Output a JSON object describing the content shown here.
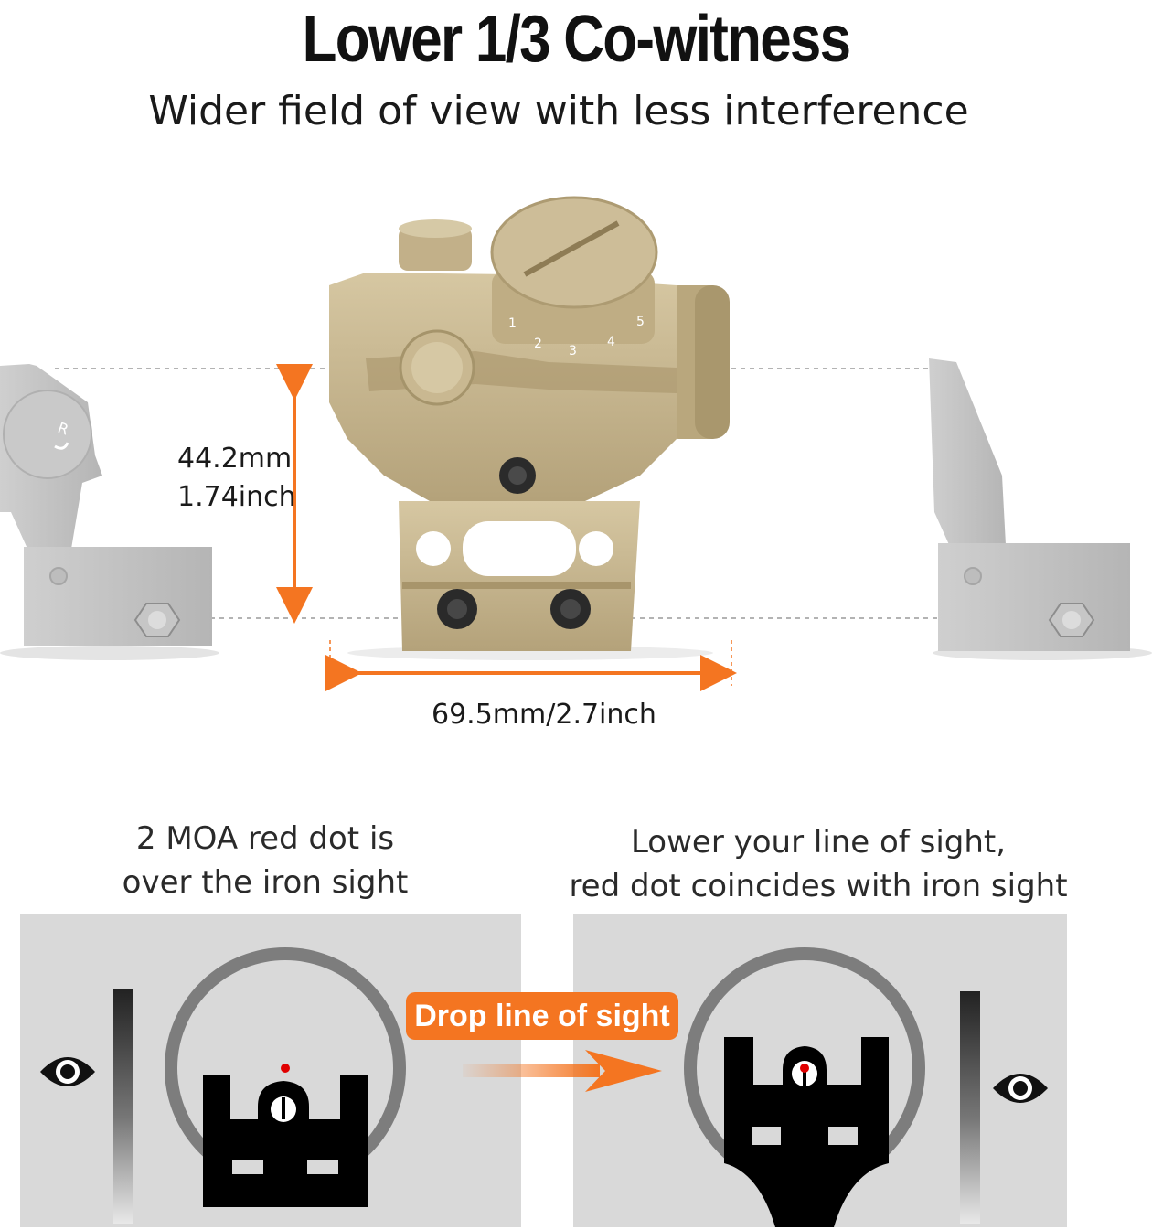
{
  "title": "Lower 1/3 Co-witness",
  "subtitle": "Wider field of view with less interference",
  "dimensions": {
    "height_mm": "44.2mm",
    "height_inch": "1.74inch",
    "width": "69.5mm/2.7inch"
  },
  "left_panel": {
    "caption_line1": "2 MOA red dot is",
    "caption_line2": "over the iron sight"
  },
  "right_panel": {
    "caption_line1": "Lower your line of sight,",
    "caption_line2": "red dot coincides with iron sight"
  },
  "action_badge": "Drop line of sight",
  "sight_labels": {
    "left_mark": "R"
  },
  "dial_numbers": [
    "1",
    "2",
    "3",
    "4",
    "5"
  ],
  "colors": {
    "accent_orange": "#f47521",
    "tan_body": "#c5b48e",
    "iron_sight_gray": "#c4c4c4",
    "panel_bg": "#d9d9d9",
    "red_dot": "#e00000"
  },
  "icons": {
    "eye": "eye-icon",
    "arrow": "arrow-right-icon"
  }
}
